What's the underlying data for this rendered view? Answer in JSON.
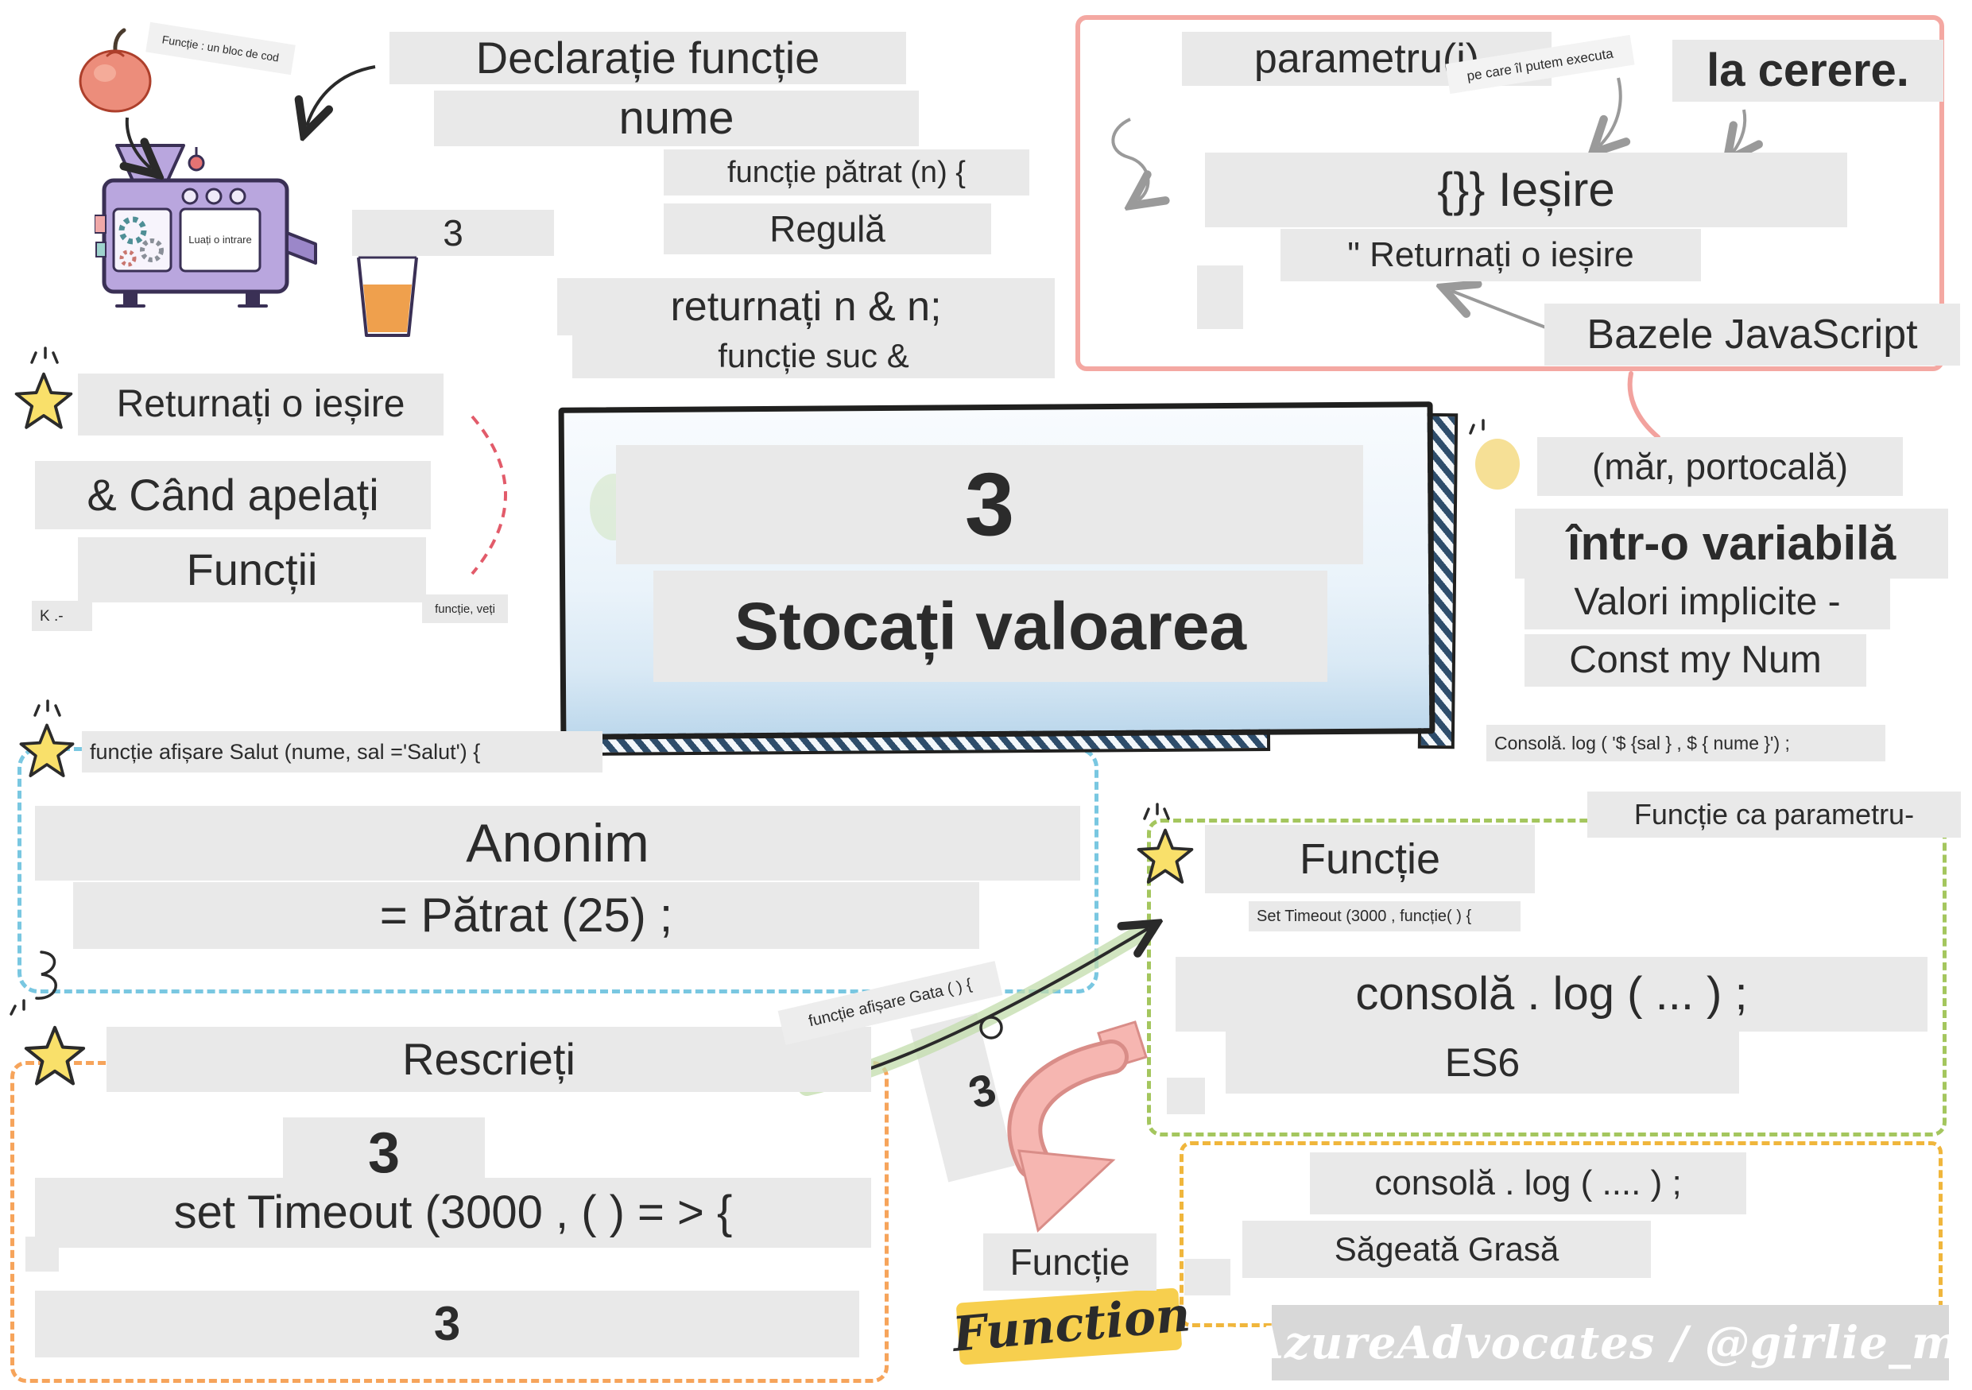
{
  "credit": "@AzureAdvocates / @girlie_mac",
  "colors": {
    "pink_border": "#f4a8a2",
    "blue_dash": "#79c7e1",
    "orange_dash": "#f6a45b",
    "green_dash": "#a4c65e",
    "yellow_dash": "#f0b63c",
    "bar_grey": "#e9e9e9",
    "ink": "#2b2b2b",
    "star_yellow": "#f9e06a",
    "machine_purple": "#b9a6de",
    "juice_orange": "#efa04d",
    "pink_arrow": "#f6b6b1",
    "box_blue_wash": "#bdd8ec"
  },
  "machine": {
    "note": "Funcție : un bloc de cod",
    "screen_label": "Luați o intrare",
    "input_value": "3"
  },
  "declaration": {
    "title": "Declarație funcție",
    "name": "nume",
    "code_square": "funcție pătrat (n) {",
    "rule": "Regulă",
    "code_return": "returnați n & n;",
    "code_juice": "funcție suc &"
  },
  "pink_box": {
    "parameters": "parametru(i)",
    "note": "pe care îl putem executa",
    "on_demand": "la cerere.",
    "output": "{}} Ieșire",
    "return_output": "\" Returnați o ieșire",
    "basics": "Bazele JavaScript"
  },
  "call": {
    "return_output": "Returnați o ieșire",
    "when_you_call": "& Când apelați",
    "functions": "Funcții",
    "tiny_k": "K .-",
    "tiny_note": "funcție, veți"
  },
  "store": {
    "number": "3",
    "caption": "Stocați valoarea"
  },
  "variable": {
    "args": "(măr, portocală)",
    "in_variable": "într-o variabilă",
    "defaults": "Valori implicite -",
    "const_line": "Const my Num",
    "console_line": "Consolă. log ( '$ {sal } , $ { nume }') ;",
    "func_as_param": "Funcție ca parametru-"
  },
  "anonymous": {
    "code": "funcție afișare Salut (nume, sal ='Salut') {",
    "title": "Anonim",
    "square_call": "= Pătrat (25) ;"
  },
  "rewrite": {
    "title": "Rescrieți",
    "three_a": "3",
    "set_timeout": "set Timeout (3000 , ( ) = > {",
    "three_b": "3"
  },
  "middle": {
    "code_tilted": "funcție afișare Gata ( ) {",
    "three_tilted": "3",
    "function_ro": "Funcție",
    "function_en": "Function"
  },
  "callback": {
    "title": "Funcție",
    "set_timeout": "Set Timeout (3000 , funcție( ) {",
    "console_line": "consolă . log ( ... ) ;",
    "es6": "ES6"
  },
  "arrow_fn": {
    "console_line": "consolă . log ( .... ) ;",
    "fat_arrow": "Săgeată Grasă"
  }
}
